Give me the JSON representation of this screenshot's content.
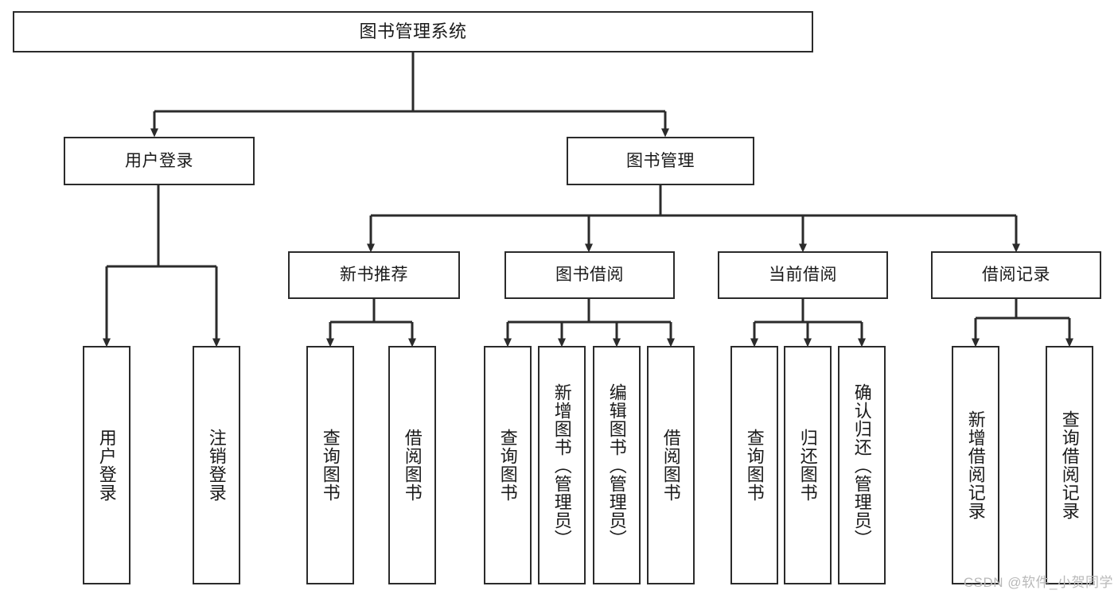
{
  "diagram": {
    "title": "图书管理系统",
    "type": "tree-hierarchy-chart",
    "colors": {
      "box_border": "#2b2b2b",
      "box_fill": "#ffffff",
      "edge": "#2b2b2b",
      "text": "#1a1a1a",
      "watermark": "#b9b9b9"
    },
    "nodes": {
      "root": {
        "label": "图书管理系统"
      },
      "level2": [
        {
          "id": "user-login",
          "label": "用户登录"
        },
        {
          "id": "book-management",
          "label": "图书管理"
        }
      ],
      "level3": [
        {
          "id": "new-book-recommend",
          "label": "新书推荐"
        },
        {
          "id": "book-borrow",
          "label": "图书借阅"
        },
        {
          "id": "current-borrow",
          "label": "当前借阅"
        },
        {
          "id": "borrow-record",
          "label": "借阅记录"
        }
      ],
      "leaves": {
        "user-login": [
          {
            "id": "leaf-user-login",
            "label": "用户登录"
          },
          {
            "id": "leaf-logout-login",
            "label": "注销登录"
          }
        ],
        "new-book-recommend": [
          {
            "id": "leaf-query-book-1",
            "label": "查询图书"
          },
          {
            "id": "leaf-borrow-book-1",
            "label": "借阅图书"
          }
        ],
        "book-borrow": [
          {
            "id": "leaf-query-book-2",
            "label": "查询图书"
          },
          {
            "id": "leaf-add-book",
            "label": "新增图书（管理员）"
          },
          {
            "id": "leaf-edit-book",
            "label": "编辑图书（管理员）"
          },
          {
            "id": "leaf-borrow-book-2",
            "label": "借阅图书"
          }
        ],
        "current-borrow": [
          {
            "id": "leaf-query-book-3",
            "label": "查询图书"
          },
          {
            "id": "leaf-return-book",
            "label": "归还图书"
          },
          {
            "id": "leaf-confirm-return",
            "label": "确认归还（管理员）"
          }
        ],
        "borrow-record": [
          {
            "id": "leaf-add-record",
            "label": "新增借阅记录"
          },
          {
            "id": "leaf-query-record",
            "label": "查询借阅记录"
          }
        ]
      }
    }
  },
  "watermark": {
    "text": "CSDN @软件_小贺同学"
  }
}
